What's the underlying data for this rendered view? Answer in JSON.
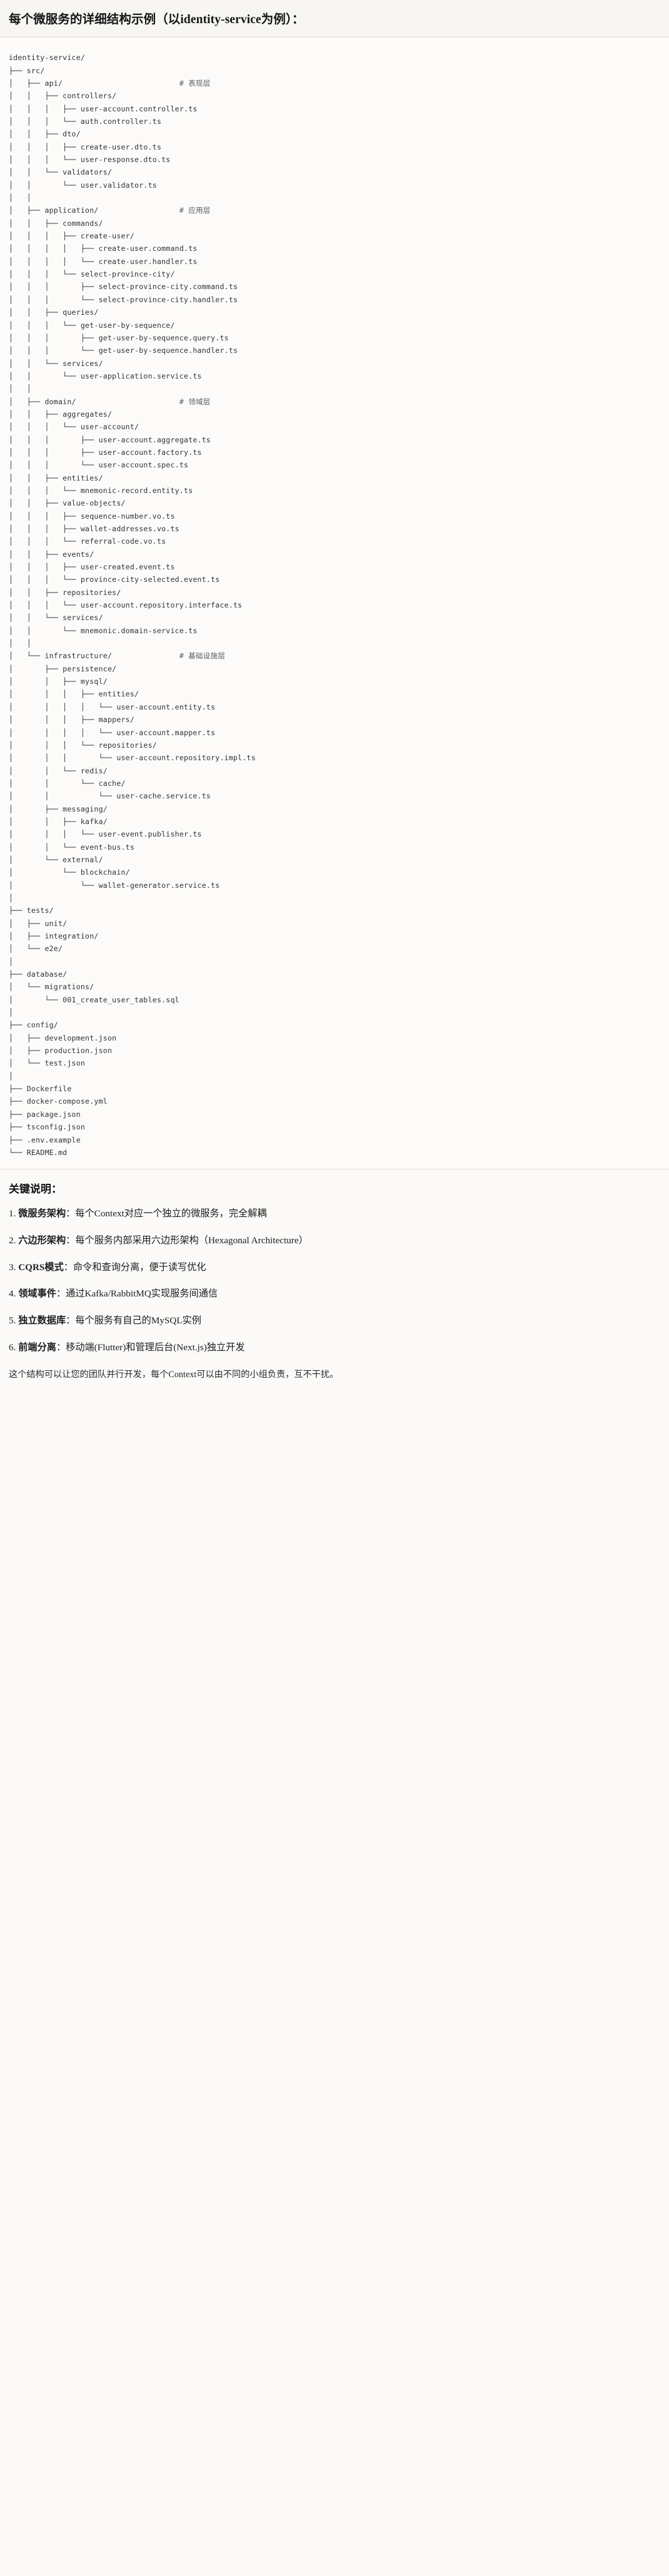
{
  "header": {
    "title": "每个微服务的详细结构示例（以identity-service为例）："
  },
  "tree": {
    "root": "identity-service/",
    "text": "identity-service/\n├── src/\n│   ├── api/                          # 表现层\n│   │   ├── controllers/\n│   │   │   ├── user-account.controller.ts\n│   │   │   └── auth.controller.ts\n│   │   ├── dto/\n│   │   │   ├── create-user.dto.ts\n│   │   │   └── user-response.dto.ts\n│   │   └── validators/\n│   │       └── user.validator.ts\n│   │\n│   ├── application/                  # 应用层\n│   │   ├── commands/\n│   │   │   ├── create-user/\n│   │   │   │   ├── create-user.command.ts\n│   │   │   │   └── create-user.handler.ts\n│   │   │   └── select-province-city/\n│   │   │       ├── select-province-city.command.ts\n│   │   │       └── select-province-city.handler.ts\n│   │   ├── queries/\n│   │   │   └── get-user-by-sequence/\n│   │   │       ├── get-user-by-sequence.query.ts\n│   │   │       └── get-user-by-sequence.handler.ts\n│   │   └── services/\n│   │       └── user-application.service.ts\n│   │\n│   ├── domain/                       # 领域层\n│   │   ├── aggregates/\n│   │   │   └── user-account/\n│   │   │       ├── user-account.aggregate.ts\n│   │   │       ├── user-account.factory.ts\n│   │   │       └── user-account.spec.ts\n│   │   ├── entities/\n│   │   │   └── mnemonic-record.entity.ts\n│   │   ├── value-objects/\n│   │   │   ├── sequence-number.vo.ts\n│   │   │   ├── wallet-addresses.vo.ts\n│   │   │   └── referral-code.vo.ts\n│   │   ├── events/\n│   │   │   ├── user-created.event.ts\n│   │   │   └── province-city-selected.event.ts\n│   │   ├── repositories/\n│   │   │   └── user-account.repository.interface.ts\n│   │   └── services/\n│   │       └── mnemonic.domain-service.ts\n│   │\n│   └── infrastructure/               # 基础设施层\n│       ├── persistence/\n│       │   ├── mysql/\n│       │   │   ├── entities/\n│       │   │   │   └── user-account.entity.ts\n│       │   │   ├── mappers/\n│       │   │   │   └── user-account.mapper.ts\n│       │   │   └── repositories/\n│       │   │       └── user-account.repository.impl.ts\n│       │   └── redis/\n│       │       └── cache/\n│       │           └── user-cache.service.ts\n│       ├── messaging/\n│       │   ├── kafka/\n│       │   │   └── user-event.publisher.ts\n│       │   └── event-bus.ts\n│       └── external/\n│           └── blockchain/\n│               └── wallet-generator.service.ts\n│\n├── tests/\n│   ├── unit/\n│   ├── integration/\n│   └── e2e/\n│\n├── database/\n│   └── migrations/\n│       └── 001_create_user_tables.sql\n│\n├── config/\n│   ├── development.json\n│   ├── production.json\n│   └── test.json\n│\n├── Dockerfile\n├── docker-compose.yml\n├── package.json\n├── tsconfig.json\n├── .env.example\n└── README.md",
    "layer_comments": [
      "# 表现层",
      "# 应用层",
      "# 领域层",
      "# 基础设施层"
    ],
    "top_level_entries": [
      "src/",
      "tests/",
      "database/",
      "config/",
      "Dockerfile",
      "docker-compose.yml",
      "package.json",
      "tsconfig.json",
      ".env.example",
      "README.md"
    ]
  },
  "notes": {
    "title": "关键说明：",
    "items": [
      {
        "index": "1.",
        "term": "微服务架构",
        "sep": "：",
        "desc": "每个Context对应一个独立的微服务，完全解耦"
      },
      {
        "index": "2.",
        "term": "六边形架构",
        "sep": "：",
        "desc": "每个服务内部采用六边形架构（Hexagonal Architecture）"
      },
      {
        "index": "3.",
        "term": "CQRS模式",
        "sep": "：",
        "desc": "命令和查询分离，便于读写优化"
      },
      {
        "index": "4.",
        "term": "领域事件",
        "sep": "：",
        "desc": "通过Kafka/RabbitMQ实现服务间通信"
      },
      {
        "index": "5.",
        "term": "独立数据库",
        "sep": "：",
        "desc": "每个服务有自己的MySQL实例"
      },
      {
        "index": "6.",
        "term": "前端分离",
        "sep": "：",
        "desc": "移动端(Flutter)和管理后台(Next.js)独立开发"
      }
    ],
    "closing": "这个结构可以让您的团队并行开发，每个Context可以由不同的小组负责，互不干扰。"
  }
}
